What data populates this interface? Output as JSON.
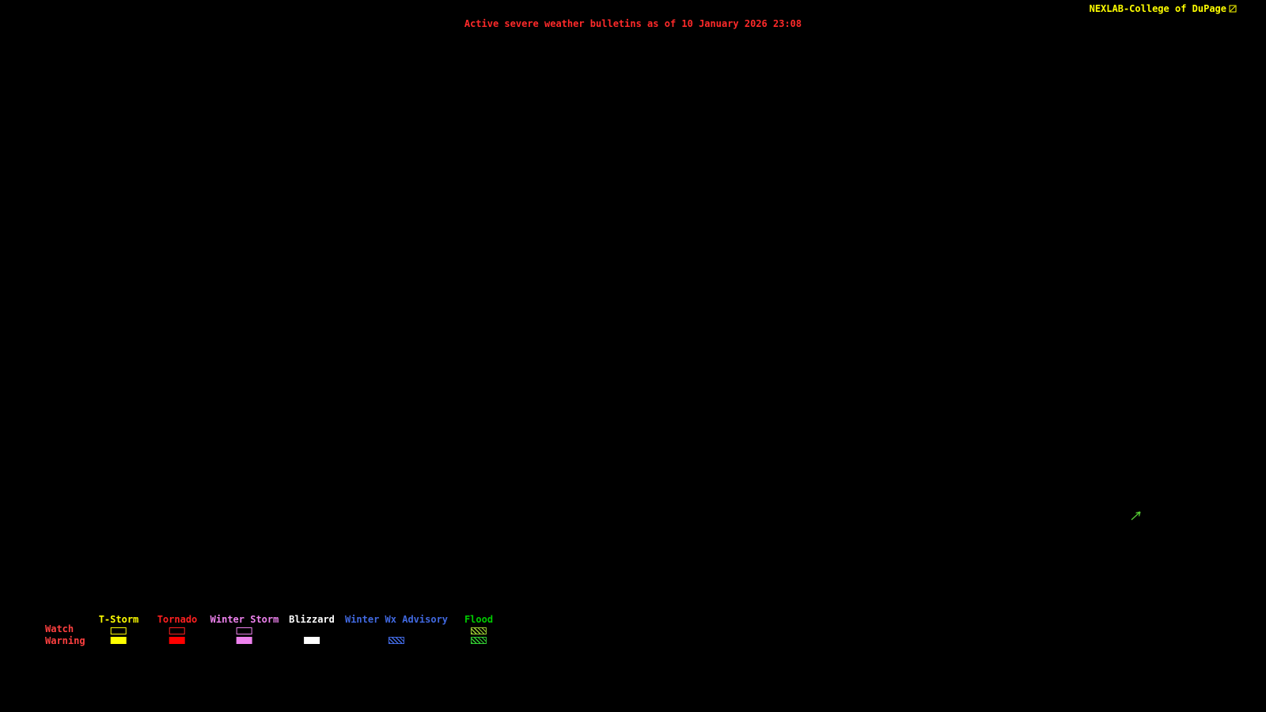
{
  "colors": {
    "background": "#000000",
    "title": "#ff2a2a",
    "brand": "#ffff00",
    "row_label": "#ff4040",
    "arrow": "#55cc33"
  },
  "header": {
    "title": "Active severe weather bulletins as of 10 January 2026 23:08",
    "brand": "NEXLAB-College of DuPage"
  },
  "legend": {
    "row_labels": [
      "Watch",
      "Warning"
    ],
    "columns": [
      {
        "label": "T-Storm",
        "color": "#ffff00",
        "watch_style": "outline",
        "watch_color": "#ffff00",
        "warning_style": "filled",
        "warning_color": "#ffff00"
      },
      {
        "label": "Tornado",
        "color": "#ff2020",
        "watch_style": "outline",
        "watch_color": "#ff2020",
        "warning_style": "filled",
        "warning_color": "#ff0000"
      },
      {
        "label": "Winter Storm",
        "color": "#ee82ee",
        "watch_style": "outline",
        "watch_color": "#ee82ee",
        "warning_style": "filled",
        "warning_color": "#ee82ee"
      },
      {
        "label": "Blizzard",
        "color": "#ffffff",
        "watch_style": "none",
        "watch_color": "",
        "warning_style": "filled",
        "warning_color": "#ffffff"
      },
      {
        "label": "Winter Wx Advisory",
        "color": "#4169e1",
        "watch_style": "none",
        "watch_color": "",
        "warning_style": "hatched",
        "warning_color": "#4169e1"
      },
      {
        "label": "Flood",
        "color": "#00cc00",
        "watch_style": "hatched",
        "watch_color": "#9acd32",
        "warning_style": "hatched",
        "warning_color": "#32cd32"
      }
    ]
  }
}
